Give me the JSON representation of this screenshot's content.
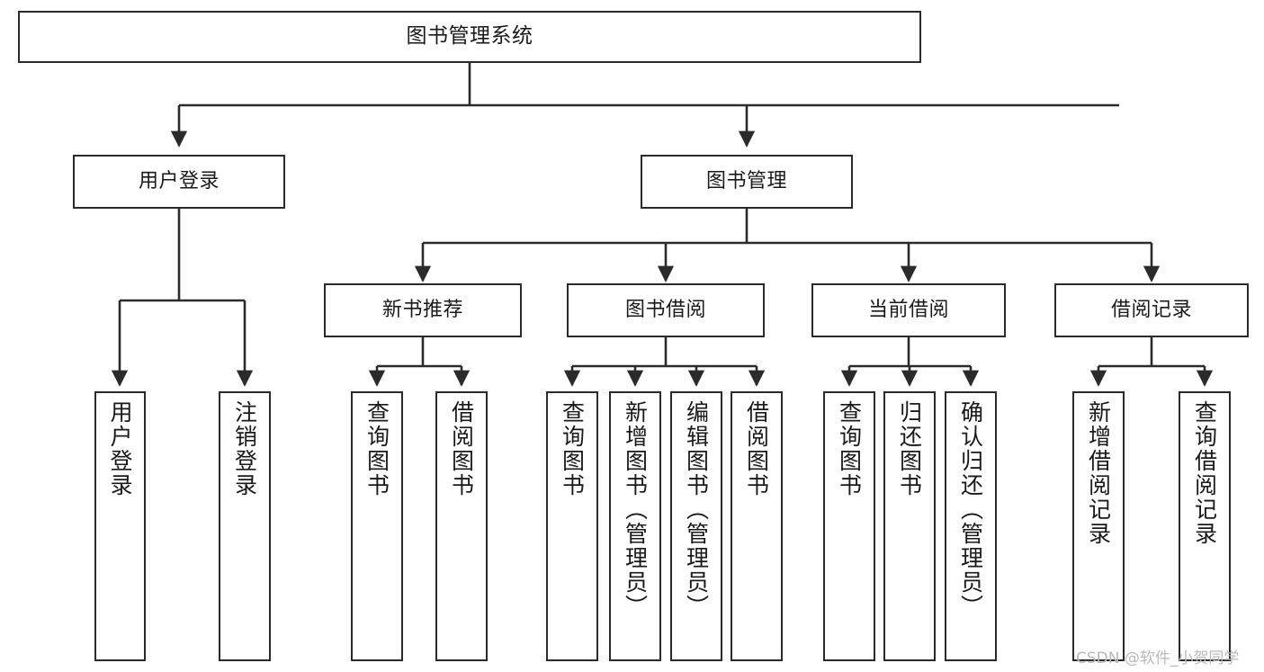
{
  "diagram": {
    "title": "图书管理系统",
    "watermark": "CSDN @软件_小贺同学",
    "style": {
      "stroke": "#2b2b2b",
      "fill": "#ffffff",
      "text": "#1a1a1a",
      "watermark_color": "#b9b9b9"
    },
    "levels": {
      "root": "图书管理系统",
      "level2": [
        "用户登录",
        "图书管理"
      ],
      "level3": [
        "新书推荐",
        "图书借阅",
        "当前借阅",
        "借阅记录"
      ],
      "leaves": [
        "用户登录",
        "注销登录",
        "查询图书",
        "借阅图书",
        "查询图书",
        "新增图书（管理员）",
        "编辑图书（管理员）",
        "借阅图书",
        "查询图书",
        "归还图书",
        "确认归还（管理员）",
        "新增借阅记录",
        "查询借阅记录"
      ]
    },
    "nodes": {
      "root": {
        "label": "图书管理系统"
      },
      "user_login": {
        "label": "用户登录"
      },
      "book_manage": {
        "label": "图书管理"
      },
      "new_book_rec": {
        "label": "新书推荐"
      },
      "book_borrow": {
        "label": "图书借阅"
      },
      "current_borrow": {
        "label": "当前借阅"
      },
      "borrow_record": {
        "label": "借阅记录"
      },
      "leaf_user_login": {
        "label": "用户登录"
      },
      "leaf_logout": {
        "label": "注销登录"
      },
      "leaf_query_book_1": {
        "label": "查询图书"
      },
      "leaf_borrow_book_1": {
        "label": "借阅图书"
      },
      "leaf_query_book_2": {
        "label": "查询图书"
      },
      "leaf_add_book": {
        "label": "新增图书（管理员）"
      },
      "leaf_edit_book": {
        "label": "编辑图书（管理员）"
      },
      "leaf_borrow_book_2": {
        "label": "借阅图书"
      },
      "leaf_query_book_3": {
        "label": "查询图书"
      },
      "leaf_return_book": {
        "label": "归还图书"
      },
      "leaf_confirm_return": {
        "label": "确认归还（管理员）"
      },
      "leaf_add_record": {
        "label": "新增借阅记录"
      },
      "leaf_query_record": {
        "label": "查询借阅记录"
      }
    }
  }
}
